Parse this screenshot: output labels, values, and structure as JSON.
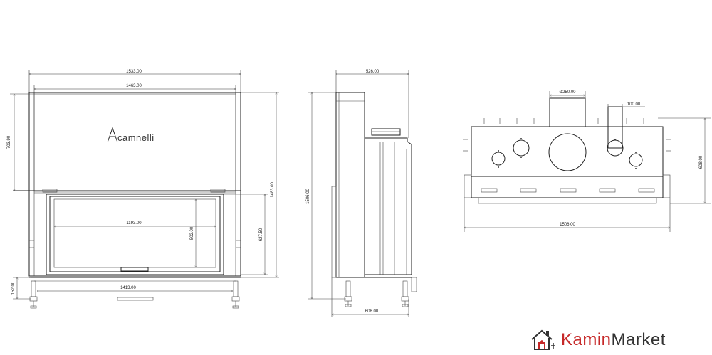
{
  "front_view": {
    "dim_total_width": "1533.00",
    "dim_inner_width": "1463.00",
    "dim_upper_height": "703.90",
    "dim_total_height": "1483.00",
    "dim_glass_width": "1193.00",
    "dim_glass_height": "502.00",
    "dim_door_height": "627.50",
    "dim_base_width": "1413.00",
    "dim_foot_height": "152.00",
    "logo": "camnelli"
  },
  "side_view": {
    "dim_top_depth": "526.00",
    "dim_total_height": "1506.00",
    "dim_bottom_depth": "608.00"
  },
  "top_view": {
    "dim_flue_diameter": "Ø250.00",
    "dim_inlet_diameter": "100.00",
    "dim_depth": "608.00",
    "dim_width": "1506.00"
  },
  "brand": {
    "name_part1": "Kamin",
    "name_part2": "Market",
    "colors": {
      "accent": "#c62828",
      "dark": "#333333"
    },
    "icon": "house-icon"
  }
}
